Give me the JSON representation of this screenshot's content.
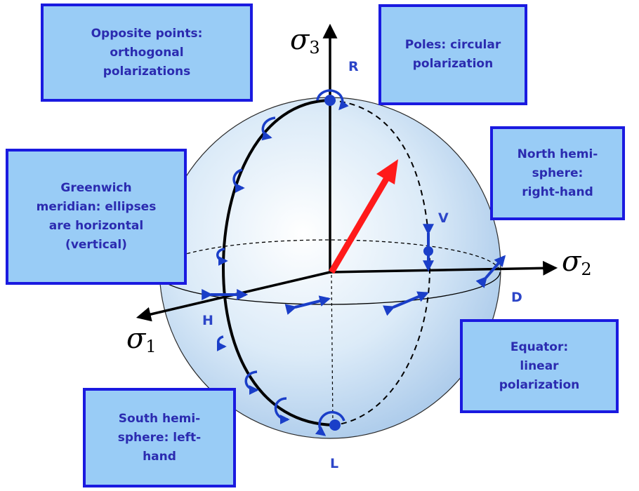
{
  "boxes": {
    "opposite": [
      "Opposite points:",
      "orthogonal",
      "polarizations"
    ],
    "poles": [
      "Poles: circular",
      "polarization"
    ],
    "north": [
      "North hemi-",
      "sphere:",
      "right-hand"
    ],
    "greenwich": [
      "Greenwich",
      "meridian: ellipses",
      "are horizontal",
      "(vertical)"
    ],
    "equator": [
      "Equator:",
      "linear",
      "polarization"
    ],
    "south": [
      "South hemi-",
      "sphere: left-",
      "hand"
    ]
  },
  "points": {
    "R": "R",
    "V": "V",
    "D": "D",
    "H": "H",
    "L": "L"
  },
  "axes": {
    "s3": {
      "symbol": "σ",
      "sub": "3"
    },
    "s2": {
      "symbol": "σ",
      "sub": "2"
    },
    "s1": {
      "symbol": "σ",
      "sub": "1"
    }
  },
  "colors": {
    "box_fill": "#99ccf6",
    "box_border": "#1a1ae0",
    "marker": "#1a3ec8",
    "vector": "#ff1a1a"
  }
}
